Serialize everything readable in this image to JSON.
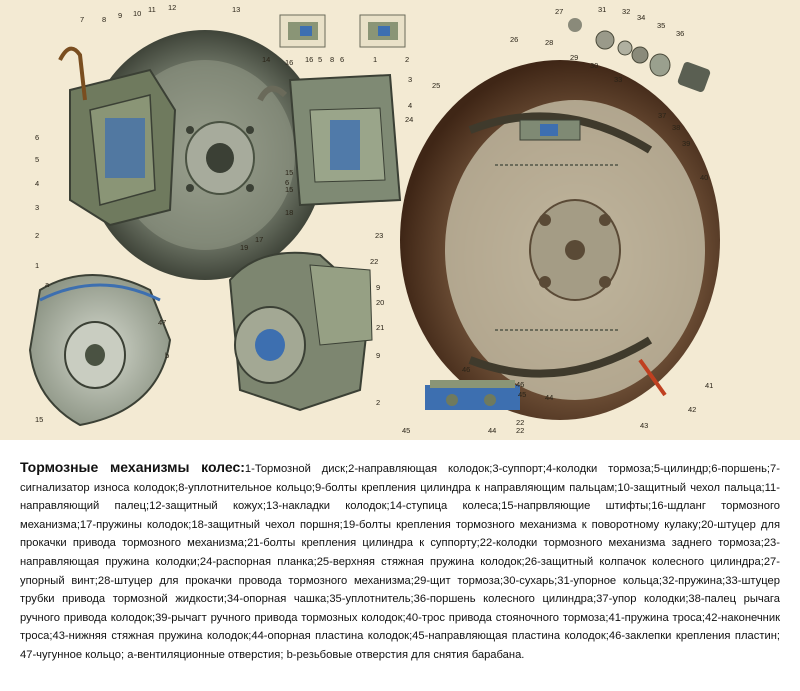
{
  "caption": {
    "title": "Тормозные механизмы колес:",
    "legend": "1-Тормозной диск;2-направляющая колодок;3-суппорт;4-колодки тормоза;5-цилиндр;6-поршень;7-сигнализатор износа колодок;8-уплотнительное кольцо;9-болты крепления цилиндра к направляющим пальцам;10-защитный чехол пальца;11-направляющий палец;12-защитный кожух;13-накладки колодок;14-ступица колеса;15-напрвляющие штифты;16-шдланг тормозного механизма;17-пружины колодок;18-защитный чехол поршня;19-болты крепления тормозного механизма к поворотному кулаку;20-штуцер для прокачки привода тормозного механизма;21-болты крепления цилиндра к суппорту;22-колодки тормозного механизма заднего тормоза;23-направляющая пружина колодки;24-распорная планка;25-верхняя стяжная пружина колодок;26-защитный колпачок колесного цилиндра;27-упорный винт;28-штуцер для прокачки провода тормозного механизма;29-щит тормоза;30-сухарь;31-упорное кольца;32-пружина;33-штуцер трубки привода тормозной жидкости;34-опорная чашка;35-уплотнитель;36-поршень колесного цилиндра;37-упор колодки;38-палец рычага ручного привода колодок;39-рычагт ручного привода тормозных колодок;40-трос привода стояночного тормоза;41-пружина троса;42-наконечник троса;43-нижняя стяжная пружина колодок;44-опорная пластина колодок;45-направляющая пластина колодок;46-заклепки крепления пластин; 47-чугунное кольцо; a-вентиляционные отверстия; b-резьбовые отверстия для снятия барабана."
  },
  "callouts": {
    "front_left": [
      "7",
      "8",
      "9",
      "10",
      "11",
      "12",
      "13",
      "6",
      "5",
      "4",
      "3",
      "2",
      "1",
      "17",
      "16",
      "15",
      "14"
    ],
    "center_top": [
      "5",
      "8",
      "6",
      "1",
      "2",
      "3",
      "4",
      "15",
      "6",
      "18",
      "16"
    ],
    "shield": [
      "a",
      "b",
      "15",
      "47"
    ],
    "knuckle": [
      "19",
      "9",
      "20",
      "21",
      "9",
      "2"
    ],
    "drum": [
      "26",
      "27",
      "28",
      "29",
      "30",
      "31",
      "32",
      "33",
      "34",
      "35",
      "36",
      "37",
      "38",
      "39",
      "40",
      "41",
      "42",
      "43",
      "44",
      "45",
      "46",
      "25",
      "24",
      "23",
      "22",
      "22"
    ],
    "rivet_detail": [
      "46",
      "45",
      "44",
      "22"
    ]
  },
  "colors": {
    "background": "#f3ead3",
    "metal": "#7f8a74",
    "dark_metal": "#4a5242",
    "rust": "#6b3a22",
    "accent_blue": "#3d6fb0"
  }
}
